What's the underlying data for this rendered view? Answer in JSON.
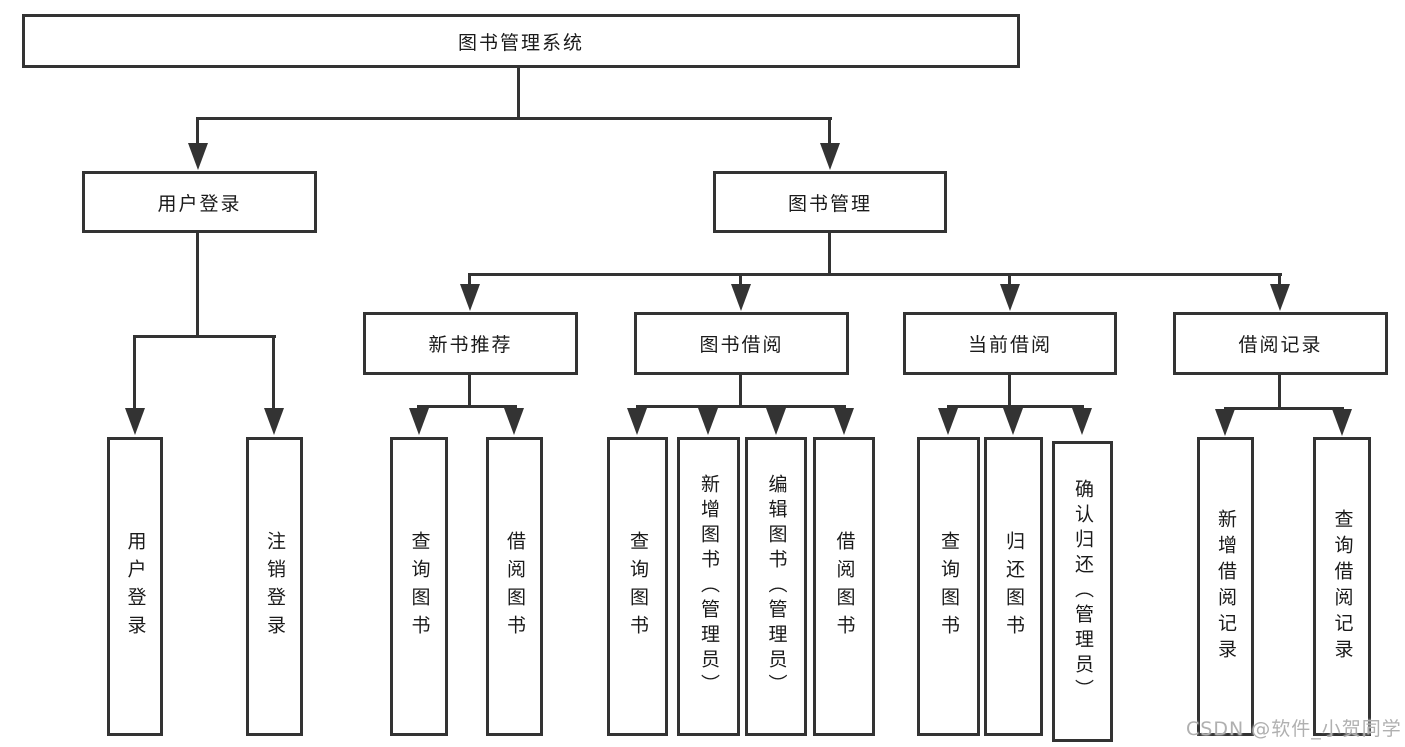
{
  "diagram": {
    "root": {
      "label": "图书管理系统"
    },
    "user_login": {
      "label": "用户登录",
      "children": {
        "login": {
          "label": "用户登录"
        },
        "logout": {
          "label": "注销登录"
        }
      }
    },
    "book_management": {
      "label": "图书管理",
      "children": {
        "new_book_recommend": {
          "label": "新书推荐",
          "children": {
            "query_books": {
              "label": "查询图书"
            },
            "borrow_books": {
              "label": "借阅图书"
            }
          }
        },
        "book_borrowing": {
          "label": "图书借阅",
          "children": {
            "query_books": {
              "label": "查询图书"
            },
            "add_books_admin": {
              "label": "新增图书（管理员）"
            },
            "edit_books_admin": {
              "label": "编辑图书（管理员）"
            },
            "borrow_books": {
              "label": "借阅图书"
            }
          }
        },
        "current_borrowing": {
          "label": "当前借阅",
          "children": {
            "query_books": {
              "label": "查询图书"
            },
            "return_books": {
              "label": "归还图书"
            },
            "confirm_return_admin": {
              "label": "确认归还（管理员）"
            }
          }
        },
        "borrowing_records": {
          "label": "借阅记录",
          "children": {
            "add_record": {
              "label": "新增借阅记录"
            },
            "query_record": {
              "label": "查询借阅记录"
            }
          }
        }
      }
    }
  },
  "watermark": {
    "text": "CSDN @软件_小贺同学"
  },
  "colors": {
    "line": "#333333",
    "text": "#1a1a1a",
    "background": "#ffffff",
    "watermark": "#b0b0b0"
  }
}
